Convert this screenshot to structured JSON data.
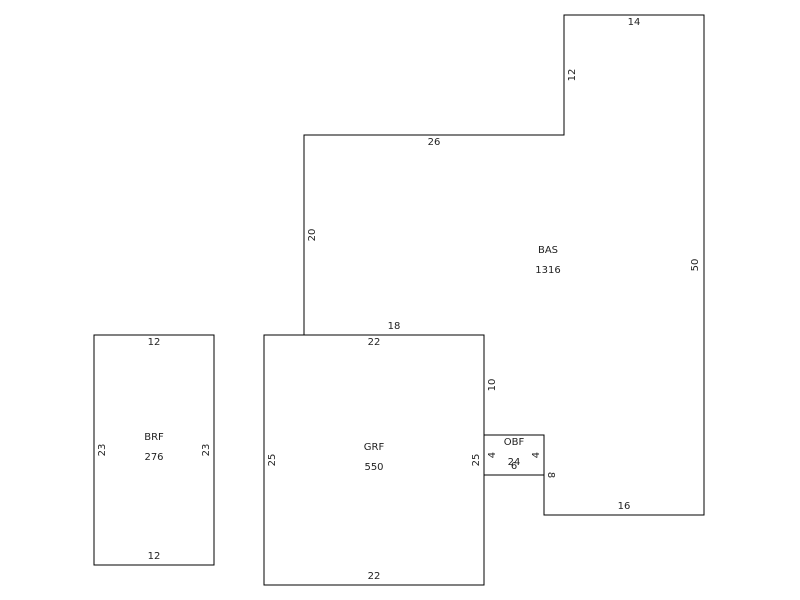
{
  "areas": {
    "bas": {
      "code": "BAS",
      "sqft": "1316"
    },
    "grf": {
      "code": "GRF",
      "sqft": "550"
    },
    "brf": {
      "code": "BRF",
      "sqft": "276"
    },
    "obf": {
      "code": "OBF",
      "sqft": "24"
    }
  },
  "dimensions": {
    "bas_top": "14",
    "bas_ext_side": "12",
    "bas_step_top": "26",
    "bas_left": "20",
    "bas_right": "50",
    "bas_bottom": "16",
    "bas_notch": "8",
    "bas_lower": "18",
    "bas_inner": "10",
    "grf_top": "22",
    "grf_bottom": "22",
    "grf_left": "25",
    "grf_right": "25",
    "brf_top": "12",
    "brf_bottom": "12",
    "brf_left": "23",
    "brf_right": "23",
    "obf_left": "4",
    "obf_right": "4",
    "obf_bottom": "6"
  }
}
